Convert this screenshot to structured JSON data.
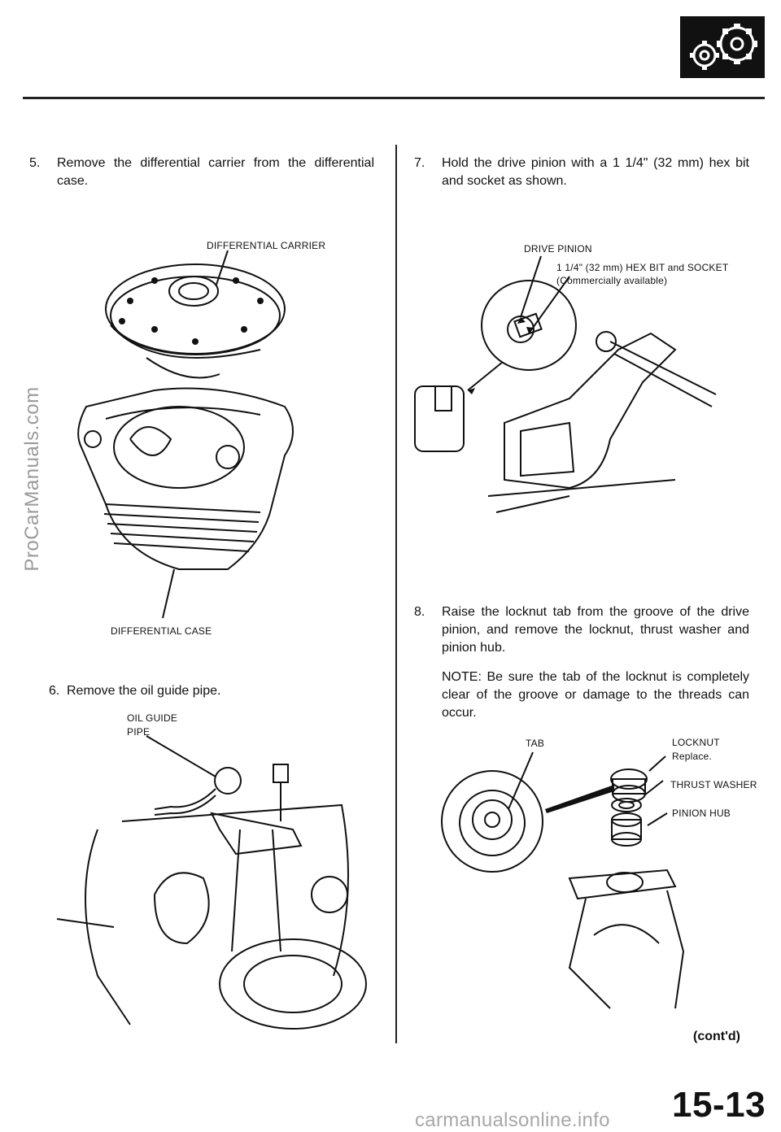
{
  "watermark": "ProCarManuals.com",
  "footer_site": "carmanualsonline.info",
  "page_number": "15-13",
  "contd": "(cont'd)",
  "steps": {
    "s5": {
      "num": "5.",
      "text": "Remove the differential carrier from the differential case."
    },
    "s6": {
      "num": "6.",
      "text": "Remove the oil guide pipe."
    },
    "s7": {
      "num": "7.",
      "text": "Hold the drive pinion with a 1 1/4\" (32 mm) hex bit and socket as shown."
    },
    "s8": {
      "num": "8.",
      "text": "Raise the locknut tab from the groove of the drive pinion, and remove the locknut, thrust washer and pinion hub."
    },
    "note": "NOTE: Be sure the tab of the locknut is completely clear of the groove or damage to the threads can occur."
  },
  "labels": {
    "diff_carrier": "DIFFERENTIAL CARRIER",
    "diff_case": "DIFFERENTIAL CASE",
    "oil_guide": "OIL GUIDE",
    "pipe": "PIPE",
    "drive_pinion": "DRIVE PINION",
    "hex_bit": "1 1/4\" (32 mm) HEX BIT and SOCKET",
    "commercial": "(Commercially available)",
    "tab": "TAB",
    "locknut": "LOCKNUT",
    "replace": "Replace.",
    "thrust_washer": "THRUST WASHER",
    "pinion_hub": "PINION HUB"
  }
}
